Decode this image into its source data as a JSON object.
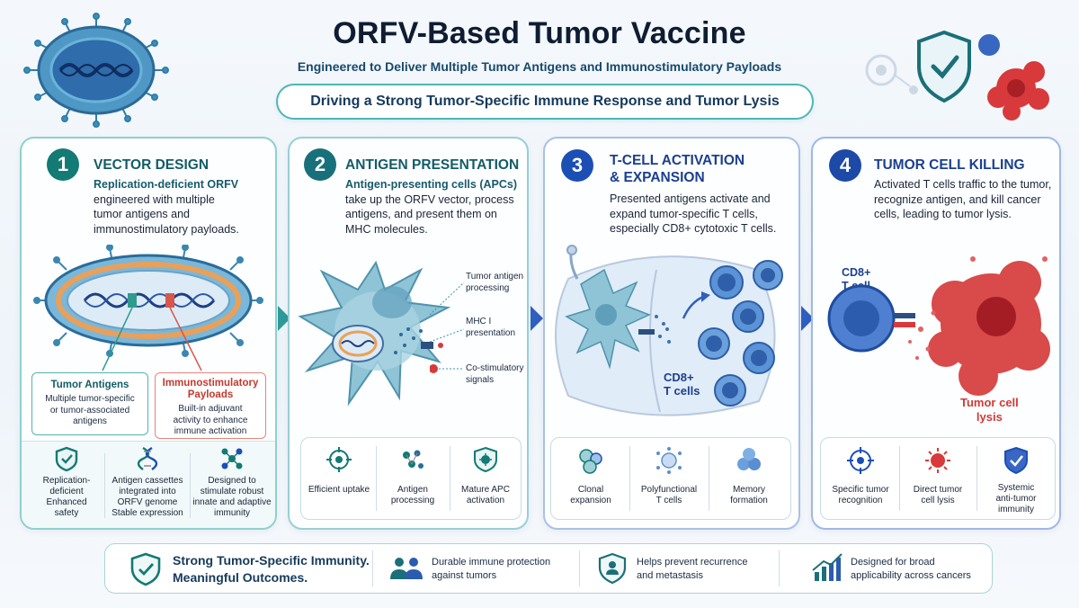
{
  "header": {
    "title": "ORFV-Based Tumor Vaccine",
    "subtitle": "Engineered to Deliver Multiple Tumor Antigens and Immunostimulatory Payloads",
    "banner": "Driving a Strong Tumor-Specific Immune Response and Tumor Lysis"
  },
  "panels": [
    {
      "number": "1",
      "title": "VECTOR DESIGN",
      "desc_highlight": "Replication-deficient ORFV",
      "desc_rest": [
        "engineered with multiple",
        "tumor antigens and",
        "immunostimulatory payloads."
      ],
      "tumor_antigens": {
        "title": "Tumor Antigens",
        "lines": [
          "Multiple tumor-specific",
          "or tumor-associated",
          "antigens"
        ]
      },
      "payloads": {
        "title_lines": [
          "Immunostimulatory",
          "Payloads"
        ],
        "lines": [
          "Built-in adjuvant",
          "activity to enhance",
          "immune activation"
        ]
      },
      "features": [
        {
          "lines": [
            "Replication-",
            "deficient",
            "Enhanced",
            "safety"
          ],
          "icon": "shield-check-icon"
        },
        {
          "lines": [
            "Antigen cassettes",
            "integrated into",
            "ORFV genome",
            "Stable expression"
          ],
          "icon": "dna-icon"
        },
        {
          "lines": [
            "Designed to",
            "stimulate robust",
            "innate and adaptive",
            "immunity"
          ],
          "icon": "network-icon"
        }
      ]
    },
    {
      "number": "2",
      "title": "ANTIGEN PRESENTATION",
      "desc_highlight": "Antigen-presenting cells (APCs)",
      "desc_rest": [
        "take up the ORFV vector, process",
        "antigens, and present them on",
        "MHC molecules."
      ],
      "callouts": [
        {
          "lines": [
            "Tumor antigen",
            "processing"
          ]
        },
        {
          "lines": [
            "MHC I",
            "presentation"
          ]
        },
        {
          "lines": [
            "Co-stimulatory",
            "signals"
          ]
        }
      ],
      "features": [
        {
          "lines": [
            "Efficient uptake"
          ],
          "icon": "target-icon"
        },
        {
          "lines": [
            "Antigen",
            "processing"
          ],
          "icon": "molecules-icon"
        },
        {
          "lines": [
            "Mature APC",
            "activation"
          ],
          "icon": "shield-cell-icon"
        }
      ]
    },
    {
      "number": "3",
      "title_lines": [
        "T-CELL ACTIVATION",
        "& EXPANSION"
      ],
      "desc_lines": [
        "Presented antigens activate and",
        "expand tumor-specific T cells,",
        "especially CD8+ cytotoxic T cells."
      ],
      "cells_label": [
        "CD8+",
        "T cells"
      ],
      "features": [
        {
          "lines": [
            "Clonal",
            "expansion"
          ],
          "icon": "cell-cluster-icon"
        },
        {
          "lines": [
            "Polyfunctional",
            "T cells"
          ],
          "icon": "polyfunctional-icon"
        },
        {
          "lines": [
            "Memory",
            "formation"
          ],
          "icon": "memory-icon"
        }
      ]
    },
    {
      "number": "4",
      "title": "TUMOR CELL KILLING",
      "desc_lines": [
        "Activated T cells traffic to the tumor,",
        "recognize antigen, and kill cancer",
        "cells, leading to tumor lysis."
      ],
      "tcell_label": [
        "CD8+",
        "T cell"
      ],
      "lysis_label": [
        "Tumor cell",
        "lysis"
      ],
      "features": [
        {
          "lines": [
            "Specific tumor",
            "recognition"
          ],
          "icon": "crosshair-icon"
        },
        {
          "lines": [
            "Direct tumor",
            "cell lysis"
          ],
          "icon": "burst-icon"
        },
        {
          "lines": [
            "Systemic",
            "anti-tumor",
            "immunity"
          ],
          "icon": "shield-check-icon"
        }
      ]
    }
  ],
  "bottom": {
    "main": [
      "Strong Tumor-Specific Immunity.",
      "Meaningful Outcomes."
    ],
    "items": [
      {
        "lines": [
          "Durable immune protection",
          "against tumors"
        ],
        "icon": "people-icon"
      },
      {
        "lines": [
          "Helps prevent recurrence",
          "and metastasis"
        ],
        "icon": "doctor-shield-icon"
      },
      {
        "lines": [
          "Designed for broad",
          "applicability across cancers"
        ],
        "icon": "growth-chart-icon"
      }
    ]
  },
  "colors": {
    "teal": "#137a74",
    "blue": "#1c4fb3",
    "tumor_red": "#d8393b",
    "virus_blue": "#3b78b8"
  }
}
